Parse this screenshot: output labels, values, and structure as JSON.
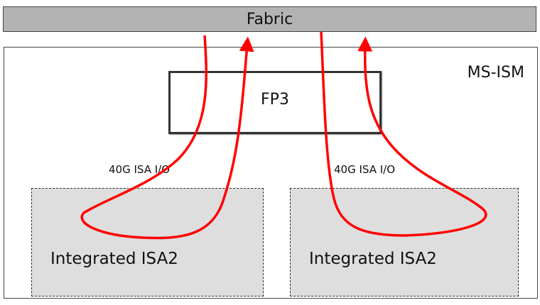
{
  "fabric": {
    "label": "Fabric"
  },
  "module": {
    "label": "MS-ISM"
  },
  "fp3": {
    "label": "FP3"
  },
  "links": [
    {
      "label": "40G ISA I/O"
    },
    {
      "label": "40G ISA I/O"
    }
  ],
  "isa_cards": [
    {
      "label": "Integrated ISA2"
    },
    {
      "label": "Integrated ISA2"
    }
  ],
  "colors": {
    "flow": "#ff0000",
    "fabric": "#b3b3b3",
    "isa": "#dedede"
  }
}
